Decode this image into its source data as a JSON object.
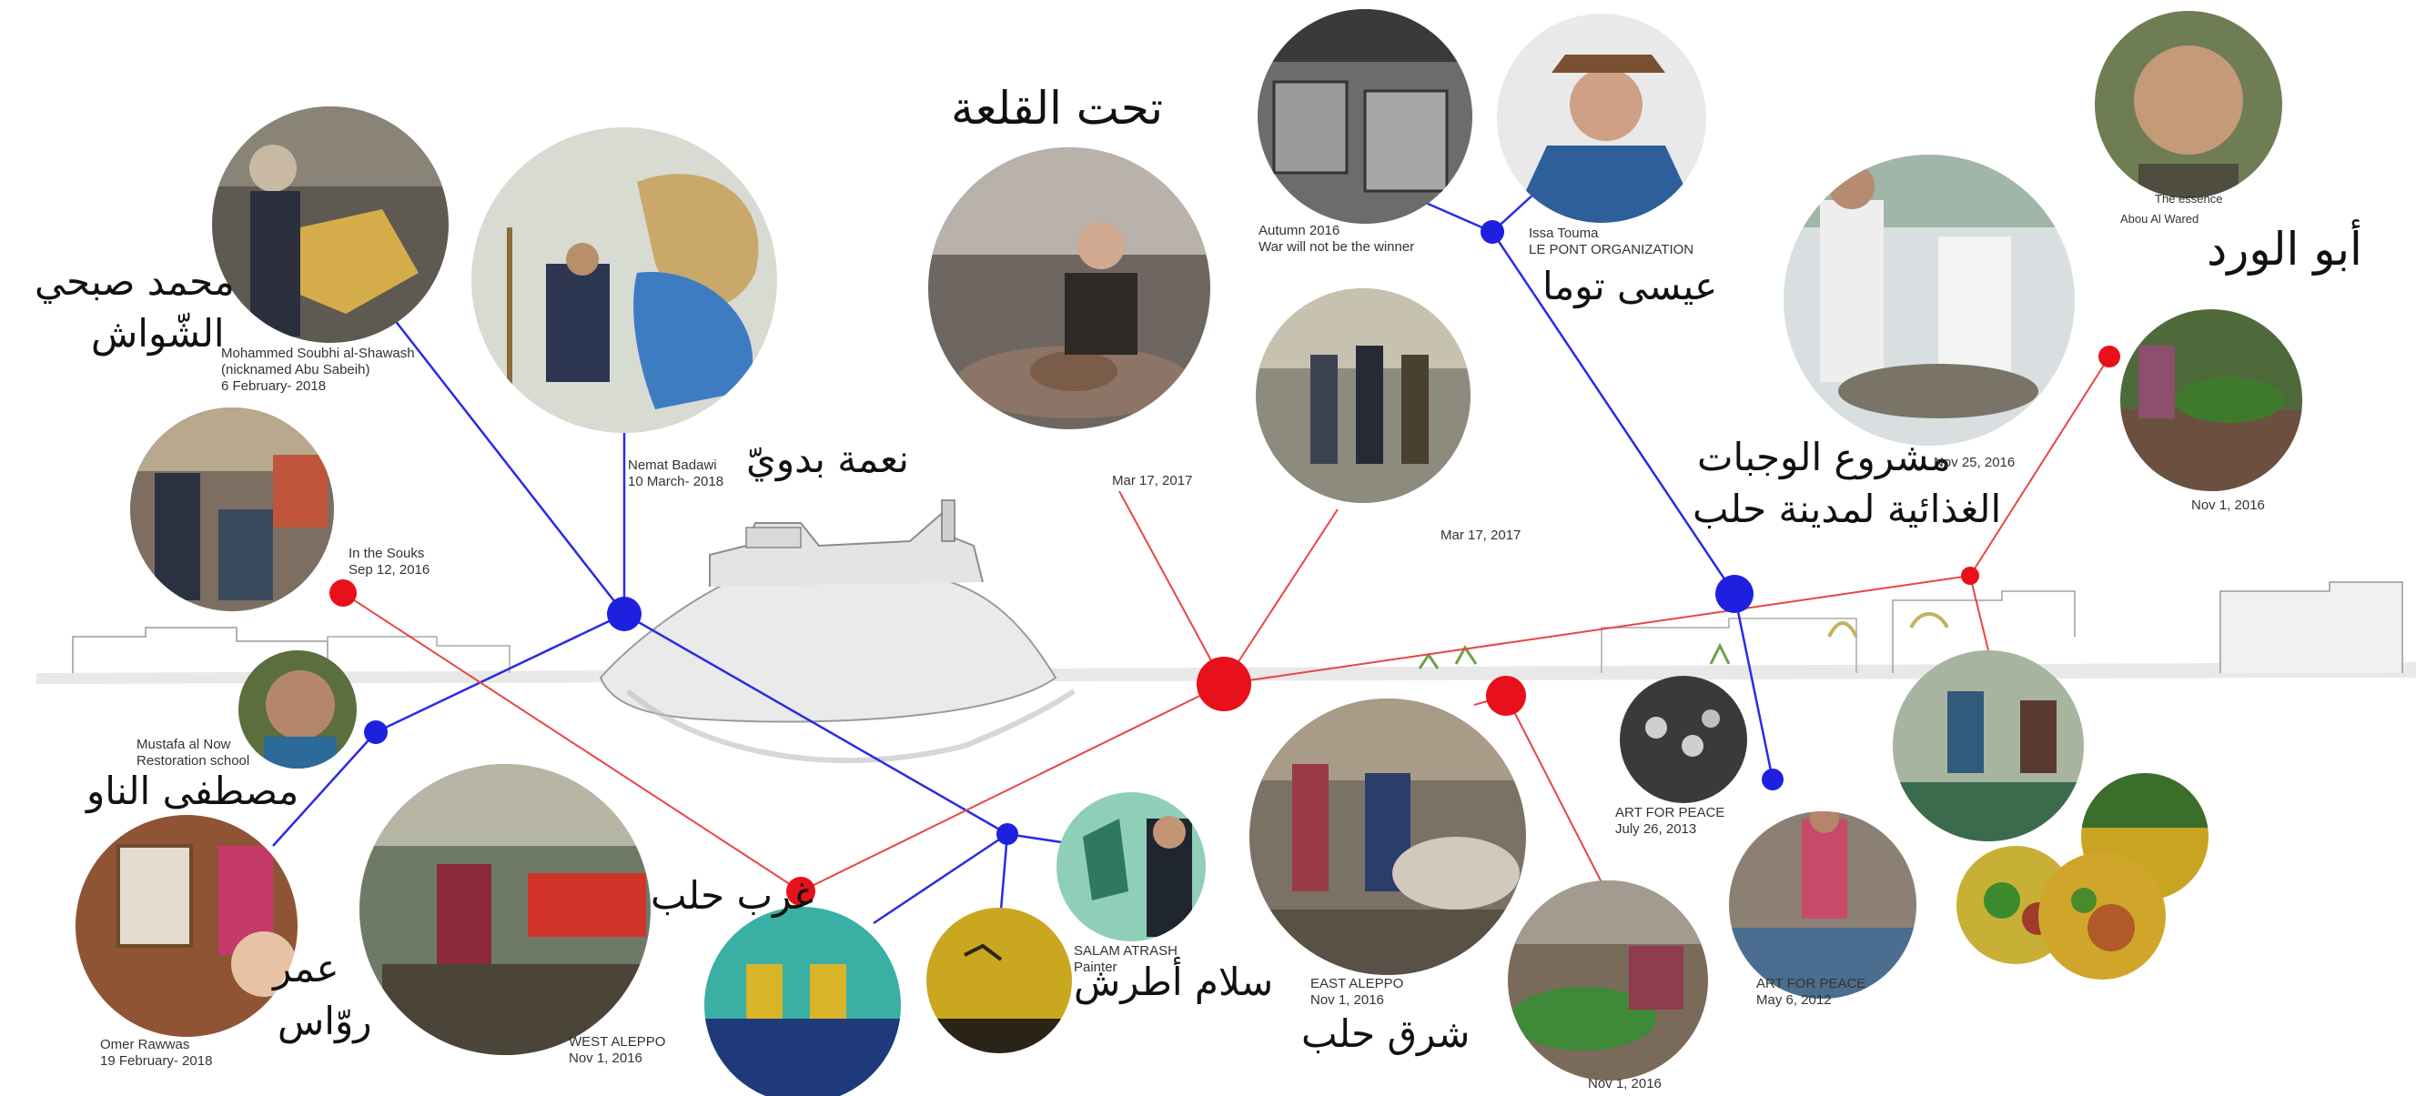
{
  "arabic_titles": {
    "under_citadel": "تحت القلعة",
    "abou_al_wared": "أبو الورد",
    "issa_touma": "عيسى توما",
    "food_project_line1": "مشروع الوجبات",
    "food_project_line2": "الغذائية لمدينة حلب",
    "mohammad_line1": "محمد صبحي",
    "mohammad_line2": "الشّواش",
    "nemat": "نعمة بدويّ",
    "mustafa": "مصطفى الناو",
    "omar_line1": "عمر",
    "omar_line2": "روّاس",
    "west_aleppo": "غرب حلب",
    "salam": "سلام أطرش",
    "east_aleppo": "شرق حلب"
  },
  "captions": {
    "autumn_line1": "Autumn 2016",
    "autumn_line2": "War will not be the winner",
    "issa_line1": "Issa Touma",
    "issa_line2": "LE PONT ORGANIZATION",
    "essence": "The essence",
    "abou": "Abou Al Wared",
    "mohammed_line1": "Mohammed Soubhi al-Shawash",
    "mohammed_line2": "(nicknamed Abu Sabeih)",
    "mohammed_line3": "6 February- 2018",
    "nemat_line1": "Nemat Badawi",
    "nemat_line2": "10 March- 2018",
    "citadel_date1": "Mar 17, 2017",
    "citadel_date2": "Mar 17, 2017",
    "nov25": "Nov 25, 2016",
    "nov1_right": "Nov 1, 2016",
    "souks_line1": "In the Souks",
    "souks_line2": "Sep 12, 2016",
    "mustafa_line1": "Mustafa al Now",
    "mustafa_line2": "Restoration school",
    "omer_line1": "Omer Rawwas",
    "omer_line2": "19 February- 2018",
    "west_line1": "WEST ALEPPO",
    "west_line2": "Nov 1, 2016",
    "salam_line1": "SALAM ATRASH",
    "salam_line2": "Painter",
    "east_line1": "EAST ALEPPO",
    "east_line2": "Nov 1, 2016",
    "afp2013_line1": "ART FOR PEACE",
    "afp2013_line2": "July 26, 2013",
    "afp2012_line1": "ART FOR PEACE",
    "afp2012_line2": "May 6, 2012",
    "nov1_bottom": "Nov 1, 2016"
  },
  "colors": {
    "blue_network": "#1f1fe0",
    "red_network": "#e8101a",
    "line_red": "#e84545",
    "line_blue": "#2a2ae6"
  }
}
